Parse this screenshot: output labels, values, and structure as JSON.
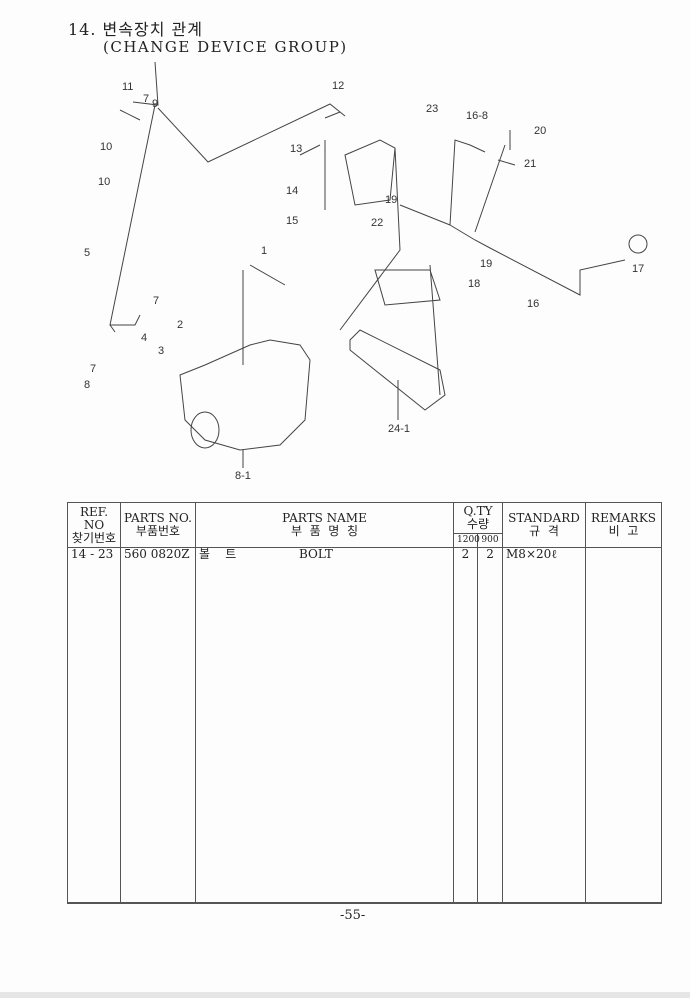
{
  "header": {
    "title_ko": "14. 변속장치 관계",
    "title_en": "(CHANGE DEVICE GROUP)"
  },
  "diagram": {
    "callouts": [
      "11",
      "7",
      "9",
      "10",
      "10",
      "5",
      "7",
      "4",
      "3",
      "2",
      "7",
      "8",
      "1",
      "8-1",
      "12",
      "23",
      "13",
      "14",
      "15",
      "19",
      "22",
      "16-8",
      "20",
      "21",
      "19",
      "18",
      "17",
      "16",
      "24-1"
    ]
  },
  "table": {
    "headers": {
      "ref_en": "REF. NO",
      "ref_ko": "찾기번호",
      "parts_no_en": "PARTS NO.",
      "parts_no_ko": "부품번호",
      "parts_name_en": "PARTS NAME",
      "parts_name_ko": "부  품  명  칭",
      "qty_en": "Q.TY",
      "qty_ko": "수량",
      "qty_1200": "1200",
      "qty_900": "900",
      "standard_en": "STANDARD",
      "standard_ko": "규  격",
      "remarks_en": "REMARKS",
      "remarks_ko": "비  고"
    },
    "rows": [
      {
        "ref": "14 - 23",
        "parts_no": "560 0820Z",
        "name_ko": "볼    트",
        "name_en": "BOLT",
        "qty_1200": "2",
        "qty_900": "2",
        "standard": "M8×20ℓ",
        "remarks": ""
      }
    ]
  },
  "footer": {
    "page_number": "-55-"
  }
}
